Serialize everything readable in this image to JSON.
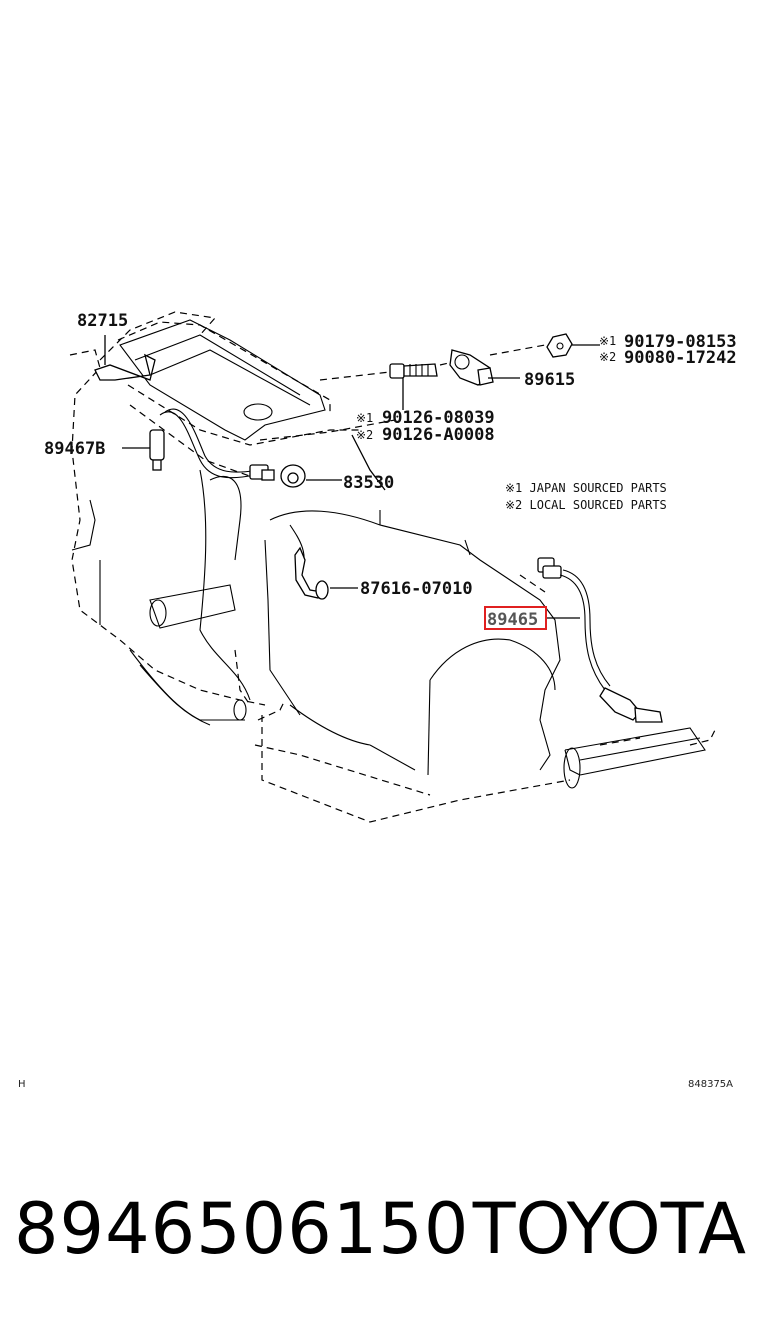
{
  "diagram": {
    "callouts": {
      "c82715": "82715",
      "c89467b": "89467B",
      "c90126_08039": "90126-08039",
      "c90126_a0008": "90126-A0008",
      "c83530": "83530",
      "c89615": "89615",
      "c90179_08153": "90179-08153",
      "c90080_17242": "90080-17242",
      "c87616_07010": "87616-07010",
      "c89465": "89465"
    },
    "marks": {
      "m1": "※1",
      "m2": "※2"
    },
    "notes": {
      "note1": "※1 JAPAN SOURCED PARTS",
      "note2": "※2 LOCAL SOURCED PARTS"
    },
    "corner_left": "H",
    "corner_right": "848375A",
    "highlight_color": "#e02020"
  },
  "footer": {
    "part_number": "8946506150",
    "brand": "TOYOTA"
  }
}
